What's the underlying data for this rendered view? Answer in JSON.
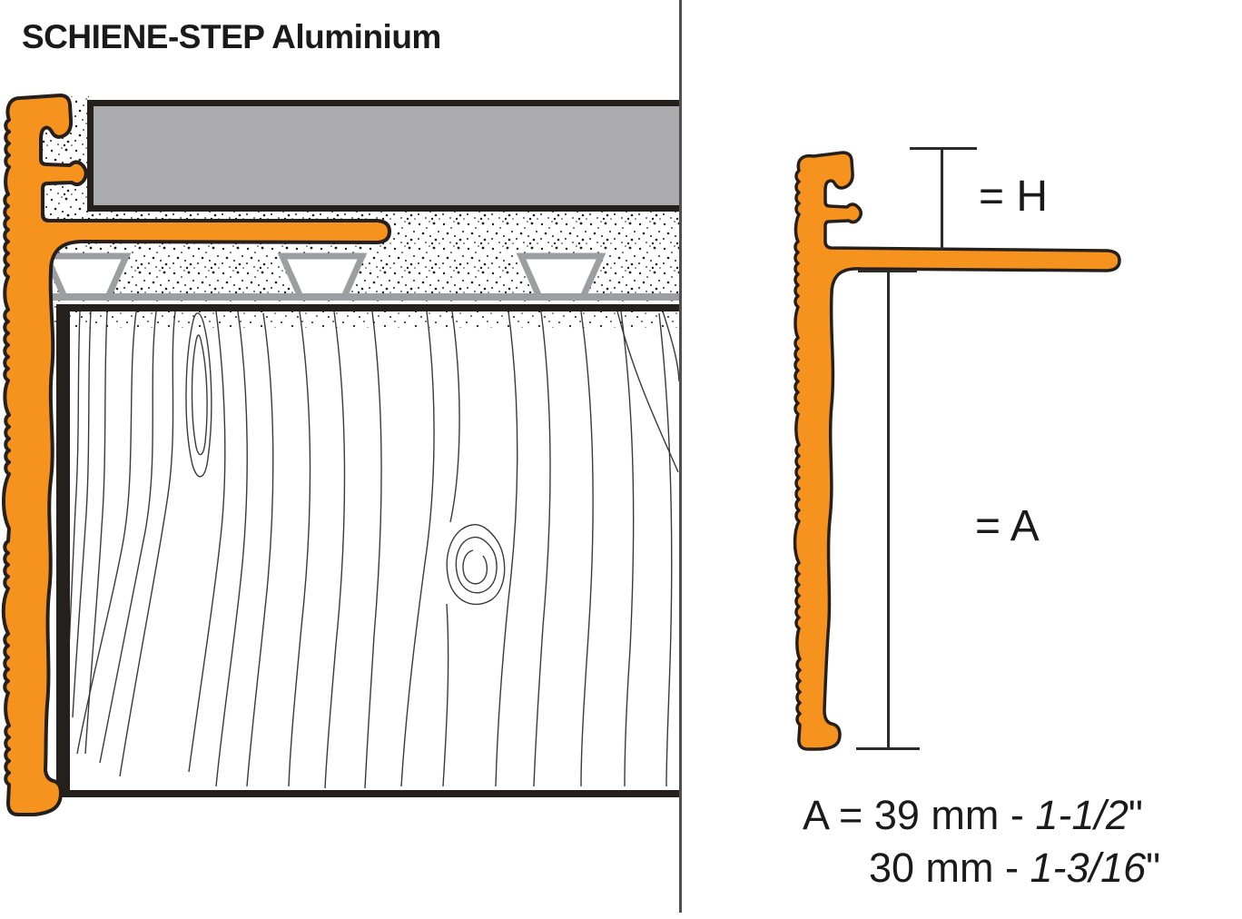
{
  "title": "SCHIENE-STEP Aluminium",
  "colors": {
    "profile_orange": "#F6921E",
    "outline": "#26201C",
    "tile_gray": "#ABABAD",
    "membrane_gray": "#9C9EA1",
    "speckle": "#1C1C1C",
    "grain": "#3A3A3A",
    "divider": "#4F4F4F",
    "dim_line": "#2B2B2B",
    "text": "#1A1A1A"
  },
  "right_diagram": {
    "h_label": "= H",
    "a_label": "= A"
  },
  "spec": {
    "line1_prefix": "A = 39 mm - ",
    "line1_imperial": "1-1/2",
    "line1_unit": "\"",
    "line2_prefix": "30 mm - ",
    "line2_imperial": "1-3/16",
    "line2_unit": "\""
  }
}
